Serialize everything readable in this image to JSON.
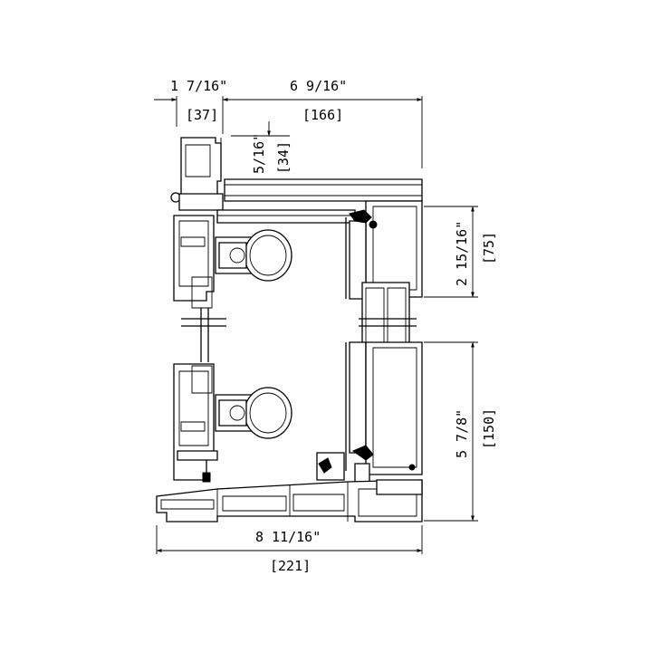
{
  "dimensions": {
    "left_width_in": "1 7/16\"",
    "left_width_mm": "[37]",
    "top_width_in": "6 9/16\"",
    "top_width_mm": "[166]",
    "small_height_in": "5/16\"",
    "small_height_mm": "[34]",
    "right_upper_in": "2 15/16\"",
    "right_upper_mm": "[75]",
    "right_lower_in": "5 7/8\"",
    "right_lower_mm": "[150]",
    "bottom_width_in": "8 11/16\"",
    "bottom_width_mm": "[221]"
  }
}
